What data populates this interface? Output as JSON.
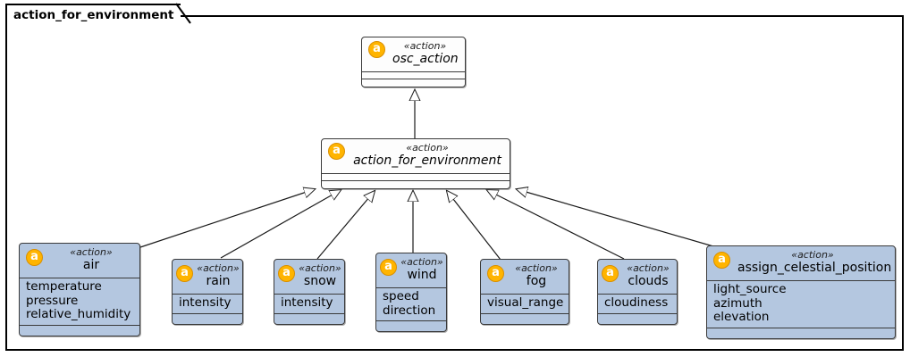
{
  "diagram": {
    "package_label": "action_for_environment",
    "stereotype": "«action»",
    "icon_letter": "a",
    "colors": {
      "class_fill": "#b4c7e0",
      "abstract_fill": "#fdfdfd",
      "border": "#3a3a3a",
      "icon_fill": "#ffb400",
      "icon_border": "#d98f00",
      "frame": "#000000"
    }
  },
  "classes": {
    "osc_action": {
      "name": "osc_action",
      "stereotype": "«action»",
      "icon": "a",
      "attributes": [],
      "methods": []
    },
    "action_for_environment": {
      "name": "action_for_environment",
      "stereotype": "«action»",
      "icon": "a",
      "attributes": [],
      "methods": []
    },
    "air": {
      "name": "air",
      "stereotype": "«action»",
      "icon": "a",
      "attributes": [
        "temperature",
        "pressure",
        "relative_humidity"
      ],
      "methods": []
    },
    "rain": {
      "name": "rain",
      "stereotype": "«action»",
      "icon": "a",
      "attributes": [
        "intensity"
      ],
      "methods": []
    },
    "snow": {
      "name": "snow",
      "stereotype": "«action»",
      "icon": "a",
      "attributes": [
        "intensity"
      ],
      "methods": []
    },
    "wind": {
      "name": "wind",
      "stereotype": "«action»",
      "icon": "a",
      "attributes": [
        "speed",
        "direction"
      ],
      "methods": []
    },
    "fog": {
      "name": "fog",
      "stereotype": "«action»",
      "icon": "a",
      "attributes": [
        "visual_range"
      ],
      "methods": []
    },
    "clouds": {
      "name": "clouds",
      "stereotype": "«action»",
      "icon": "a",
      "attributes": [
        "cloudiness"
      ],
      "methods": []
    },
    "assign_celestial_position": {
      "name": "assign_celestial_position",
      "stereotype": "«action»",
      "icon": "a",
      "attributes": [
        "light_source",
        "azimuth",
        "elevation"
      ],
      "methods": []
    }
  },
  "relations": [
    {
      "type": "generalization",
      "from": "action_for_environment",
      "to": "osc_action"
    },
    {
      "type": "generalization",
      "from": "air",
      "to": "action_for_environment"
    },
    {
      "type": "generalization",
      "from": "rain",
      "to": "action_for_environment"
    },
    {
      "type": "generalization",
      "from": "snow",
      "to": "action_for_environment"
    },
    {
      "type": "generalization",
      "from": "wind",
      "to": "action_for_environment"
    },
    {
      "type": "generalization",
      "from": "fog",
      "to": "action_for_environment"
    },
    {
      "type": "generalization",
      "from": "clouds",
      "to": "action_for_environment"
    },
    {
      "type": "generalization",
      "from": "assign_celestial_position",
      "to": "action_for_environment"
    }
  ]
}
